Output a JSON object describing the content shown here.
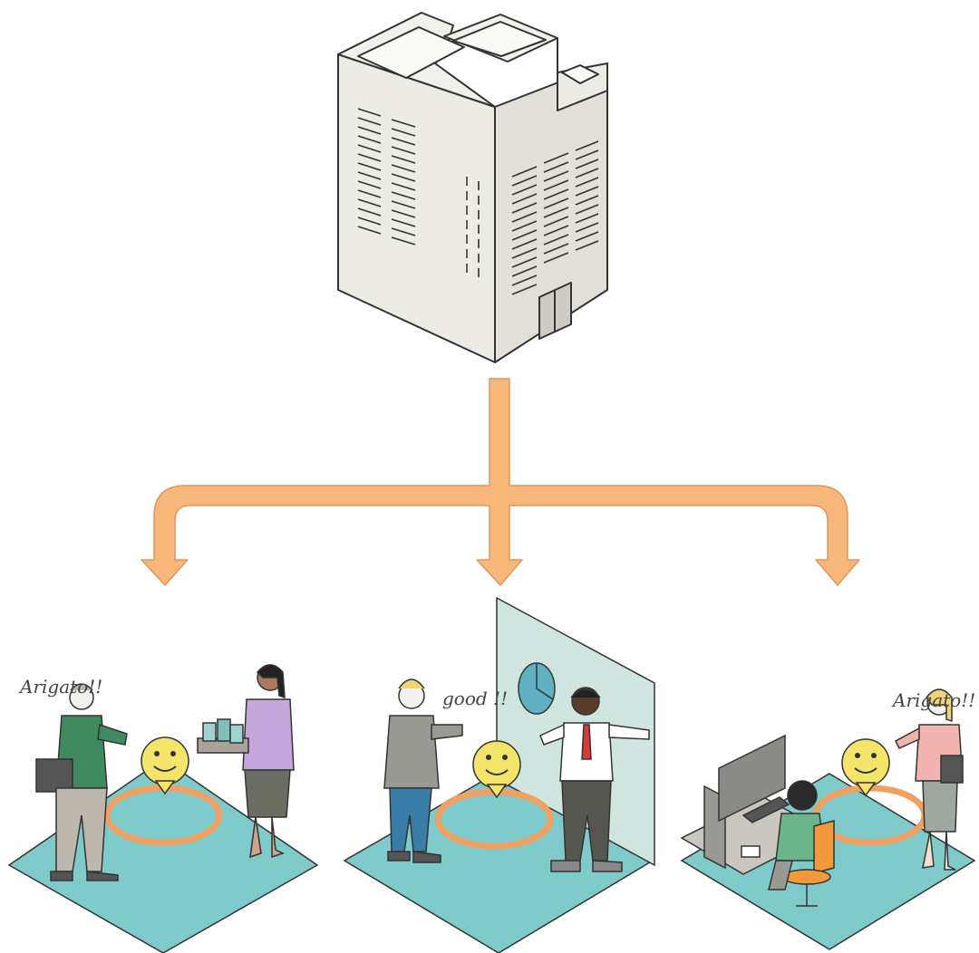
{
  "colors": {
    "arrow": "#f7b77a",
    "arrow_stroke": "#e0965a",
    "building_light": "#ecebe4",
    "building_shade": "#e2e0d8",
    "building_top": "#f1f0ea",
    "outline": "#333333",
    "floor": "#7fcaca",
    "floor_dark": "#63b8b8",
    "loop": "#f0a060",
    "smiley": "#f5e46a",
    "board": "#cfe6e0",
    "pie": "#5fb0c0"
  },
  "scenes": [
    {
      "id": "left",
      "speech": "Arigato!!",
      "people": [
        "man-green-sweater",
        "woman-purple-top-with-tray"
      ]
    },
    {
      "id": "center",
      "speech": "good !!",
      "people": [
        "blond-man-grey-suit",
        "man-white-shirt-red-tie"
      ]
    },
    {
      "id": "right",
      "speech": "Arigato!!",
      "people": [
        "person-at-desk-green-shirt",
        "blonde-woman-pink-cardigan"
      ]
    }
  ],
  "icons": {
    "building": "office-building-icon",
    "smiley": "smiley-handshake-icon",
    "arrow": "orange-branch-arrow"
  }
}
